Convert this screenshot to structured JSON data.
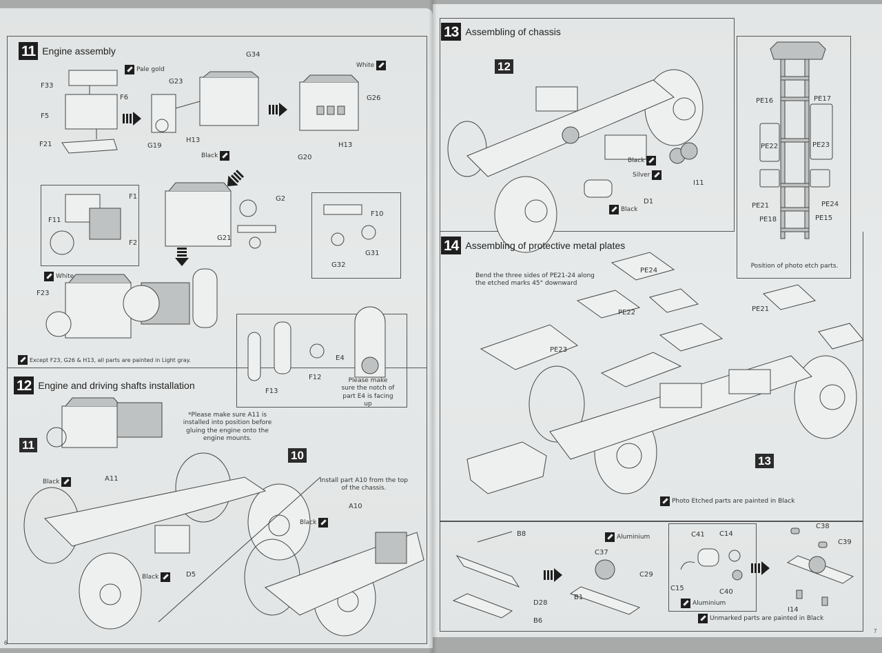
{
  "document": {
    "type": "model kit assembly instructions",
    "pages": [
      {
        "page_number": "6",
        "steps": [
          {
            "number": "11",
            "title": "Engine assembly",
            "part_labels": [
              "F33",
              "F6",
              "F5",
              "F21",
              "G23",
              "G34",
              "G19",
              "H13",
              "G26",
              "G20",
              "H13",
              "F1",
              "F11",
              "F2",
              "G2",
              "G21",
              "F10",
              "G31",
              "G32",
              "F23",
              "E4",
              "F12",
              "F13"
            ],
            "paint_callouts": [
              {
                "color": "Pale gold"
              },
              {
                "color": "White"
              },
              {
                "color": "Black"
              },
              {
                "color": "White"
              }
            ],
            "notes": {
              "e4_notch": "Please make sure the notch of part E4 is facing up",
              "paint_rule": "Except F23, G26 & H13, all parts are painted in Light gray."
            }
          },
          {
            "number": "12",
            "title": "Engine and driving shafts installation",
            "refs": [
              "11",
              "10"
            ],
            "part_labels": [
              "A11",
              "D5",
              "A10"
            ],
            "paint_callouts": [
              {
                "color": "Black"
              },
              {
                "color": "Black"
              },
              {
                "color": "Black"
              }
            ],
            "notes": {
              "a11": "*Please make sure A11 is installed into position before gluing the engine onto the engine mounts.",
              "a10": "Install part A10 from the top of the chassis."
            }
          }
        ]
      },
      {
        "page_number": "7",
        "steps": [
          {
            "number": "13",
            "title": "Assembling of chassis",
            "refs": [
              "12"
            ],
            "part_labels": [
              "D1",
              "I11"
            ],
            "paint_callouts": [
              {
                "color": "Black"
              },
              {
                "color": "Silver"
              },
              {
                "color": "Black"
              }
            ]
          },
          {
            "number": "14",
            "title": "Assembling of protective metal plates",
            "refs": [
              "13"
            ],
            "part_labels": [
              "PE24",
              "PE22",
              "PE21",
              "PE23",
              "B8",
              "D28",
              "B6",
              "C37",
              "B1",
              "C29",
              "C41",
              "C14",
              "C15",
              "C40",
              "C38",
              "C39",
              "I14"
            ],
            "paint_callouts": [
              {
                "color": "Aluminium"
              },
              {
                "color": "Aluminium"
              }
            ],
            "notes": {
              "bend": "Bend the three sides of PE21-24 along the etched marks 45° downward",
              "pe_paint": "Photo Etched parts are painted in Black",
              "unmarked": "Unmarked parts are painted in Black"
            }
          }
        ],
        "photo_etch_diagram": {
          "caption": "Position of photo etch parts.",
          "labels": [
            "PE16",
            "PE17",
            "PE22",
            "PE23",
            "PE21",
            "PE24",
            "PE18",
            "PE15"
          ]
        }
      }
    ]
  }
}
